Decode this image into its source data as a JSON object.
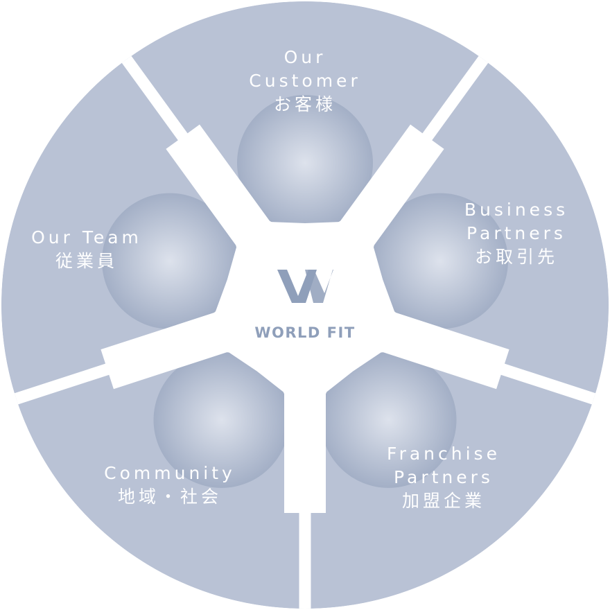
{
  "colors": {
    "segment_fill": "#b9c2d5",
    "inner_light": "#dde2ec",
    "inner_dark": "#a3afc6",
    "logo": "#8f9fba",
    "background": "#ffffff",
    "label_text": "#ffffff"
  },
  "segments": [
    {
      "id": "customer",
      "en_lines": [
        "Our",
        "Customer"
      ],
      "ja": "お客様"
    },
    {
      "id": "business-partners",
      "en_lines": [
        "Business",
        "Partners"
      ],
      "ja": "お取引先"
    },
    {
      "id": "franchise-partners",
      "en_lines": [
        "Franchise",
        "Partners"
      ],
      "ja": "加盟企業"
    },
    {
      "id": "community",
      "en_lines": [
        "Community"
      ],
      "ja": "地域・社会"
    },
    {
      "id": "team",
      "en_lines": [
        "Our Team"
      ],
      "ja": "従業員"
    }
  ],
  "logo": {
    "mark": "W",
    "text": "WORLD FIT"
  }
}
